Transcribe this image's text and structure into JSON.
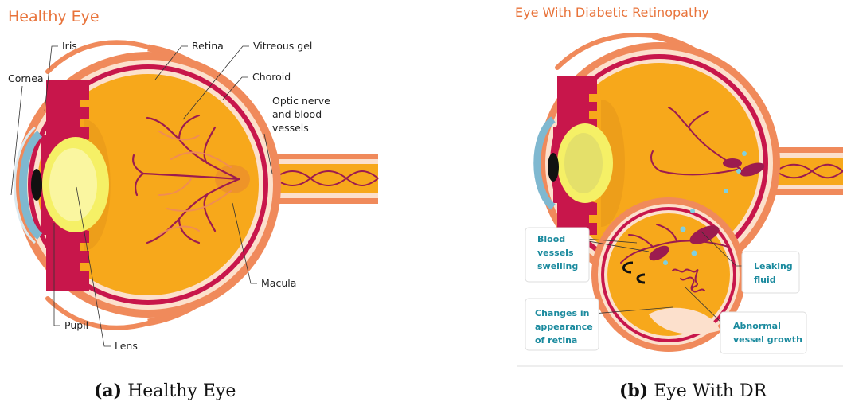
{
  "panel_a": {
    "title": "Healthy Eye",
    "labels": {
      "cornea": "Cornea",
      "iris": "Iris",
      "retina": "Retina",
      "vitreous": "Vitreous gel",
      "choroid": "Choroid",
      "optic1": "Optic nerve",
      "optic2": "and blood",
      "optic3": "vessels",
      "macula": "Macula",
      "pupil": "Pupil",
      "lens": "Lens"
    },
    "caption_tag": "(a)",
    "caption_text": "Healthy Eye"
  },
  "panel_b": {
    "title": "Eye With Diabetic Retinopathy",
    "callouts": {
      "swelling": [
        "Blood",
        "vessels",
        "swelling"
      ],
      "leaking": [
        "Leaking",
        "fluid"
      ],
      "changes": [
        "Changes in",
        "appearance",
        "of retina"
      ],
      "growth": [
        "Abnormal",
        "vessel growth"
      ]
    },
    "caption_tag": "(b)",
    "caption_text": "Eye With DR"
  },
  "colors": {
    "title_orange": "#E8733A",
    "outer_orange": "#F08A5B",
    "crimson": "#C8164B",
    "gold": "#F7A81B",
    "gold_dark": "#E89A1A",
    "lens_yellow": "#F5F066",
    "cornea_blue": "#7FB8D0",
    "vessel": "#9C1B4F",
    "callout_teal": "#1A8A9E"
  }
}
